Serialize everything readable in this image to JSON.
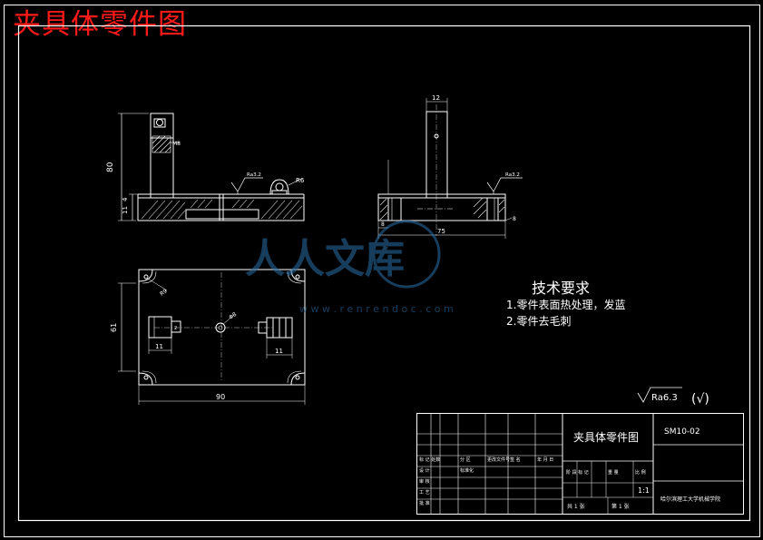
{
  "heading": "夹具体零件图",
  "views": {
    "front": {
      "dims": {
        "height": "80",
        "d1": "4",
        "d2": "11",
        "hole_a": "M8",
        "hole_b": "R6"
      },
      "roughness": "Ra3.2"
    },
    "side": {
      "dims": {
        "width_top": "12",
        "width": "75",
        "left": "8",
        "right": "8"
      },
      "roughness": "Ra3.2"
    },
    "plan": {
      "dims": {
        "length": "90",
        "height": "61",
        "slot_w": "11",
        "slot_w2": "11",
        "corner_r": "R9",
        "hole": "Φ8",
        "lug_w": "2"
      }
    }
  },
  "tech_req": {
    "title": "技术要求",
    "items": [
      "1.零件表面热处理，发蓝",
      "2.零件去毛刺"
    ]
  },
  "surface": {
    "symbol": "Ra6.3",
    "note": "(√)"
  },
  "watermark": {
    "text": "人人文库",
    "url": "w w w . r e n r e n d o c . c o m"
  },
  "title_block": {
    "part_name": "夹具体零件图",
    "code": "SM10-02",
    "scale": "1:1",
    "school": "哈尔滨理工大学机械学院",
    "rows": [
      "标 记 处数",
      "分 区",
      "更改文件号",
      "签 名",
      "年 月 日",
      "设 计",
      "标准化",
      "审 核",
      "工 艺",
      "批 准"
    ],
    "stage_cells": [
      "阶 段 标 记",
      "重 量",
      "比 例"
    ],
    "sheet_cells": [
      "共 1 张",
      "第 1 张"
    ]
  }
}
